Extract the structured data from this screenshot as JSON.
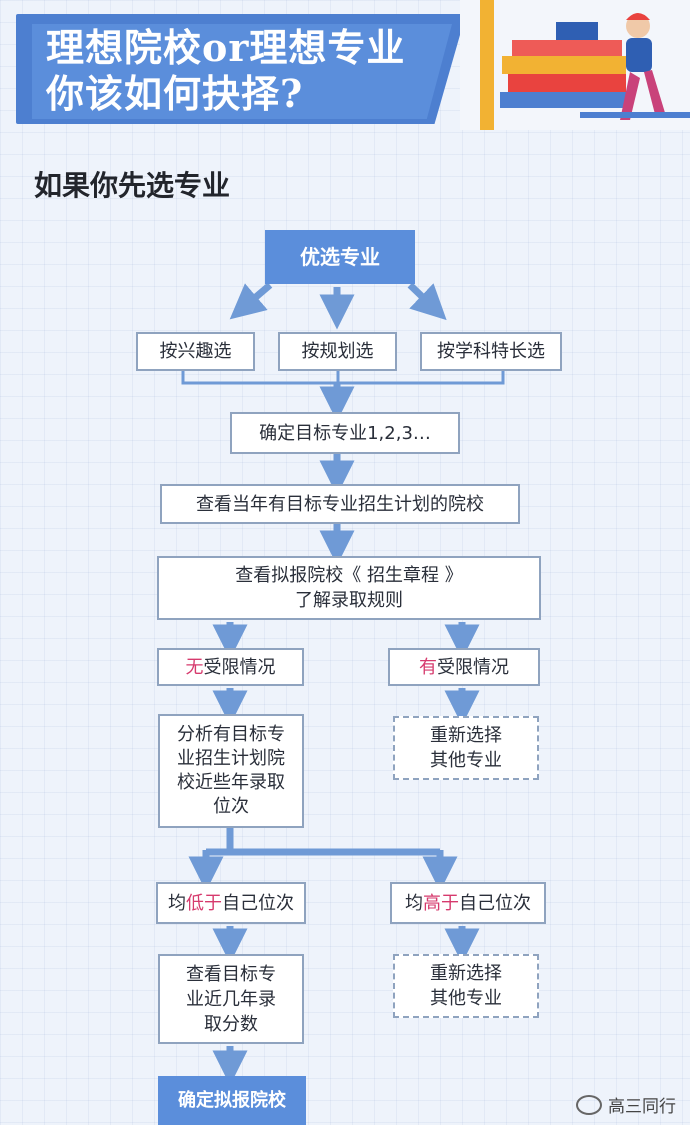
{
  "banner": {
    "title_line1": "理想院校or理想专业",
    "title_line2": "你该如何抉择?"
  },
  "section_title": "如果你先选专业",
  "flow": {
    "start": "优选专业",
    "option_interest": "按兴趣选",
    "option_plan": "按规划选",
    "option_subject": "按学科特长选",
    "target_major": "确定目标专业1,2,3…",
    "check_plan": "查看当年有目标专业招生计划的院校",
    "check_rules_line1": "查看拟报院校《 招生章程 》",
    "check_rules_line2": "了解录取规则",
    "no_limit_hl": "无",
    "no_limit_rest": "受限情况",
    "has_limit_hl": "有",
    "has_limit_rest": "受限情况",
    "analyze_line1": "分析有目标专",
    "analyze_line2": "业招生计划院",
    "analyze_line3": "校近些年录取",
    "analyze_line4": "位次",
    "reselect_a_line1": "重新选择",
    "reselect_a_line2": "其他专业",
    "lower_pre": "均",
    "lower_hl": "低于",
    "lower_post": "自己位次",
    "higher_pre": "均",
    "higher_hl": "高于",
    "higher_post": "自己位次",
    "check_scores_line1": "查看目标专",
    "check_scores_line2": "业近几年录",
    "check_scores_line3": "取分数",
    "reselect_b_line1": "重新选择",
    "reselect_b_line2": "其他专业",
    "final": "确定拟报院校"
  },
  "watermark": {
    "text": "高三同行"
  },
  "colors": {
    "primary": "#5b8edb",
    "arrow": "#6f9ad6",
    "highlight": "#d63a6d",
    "box_border": "#8fa3bf"
  }
}
